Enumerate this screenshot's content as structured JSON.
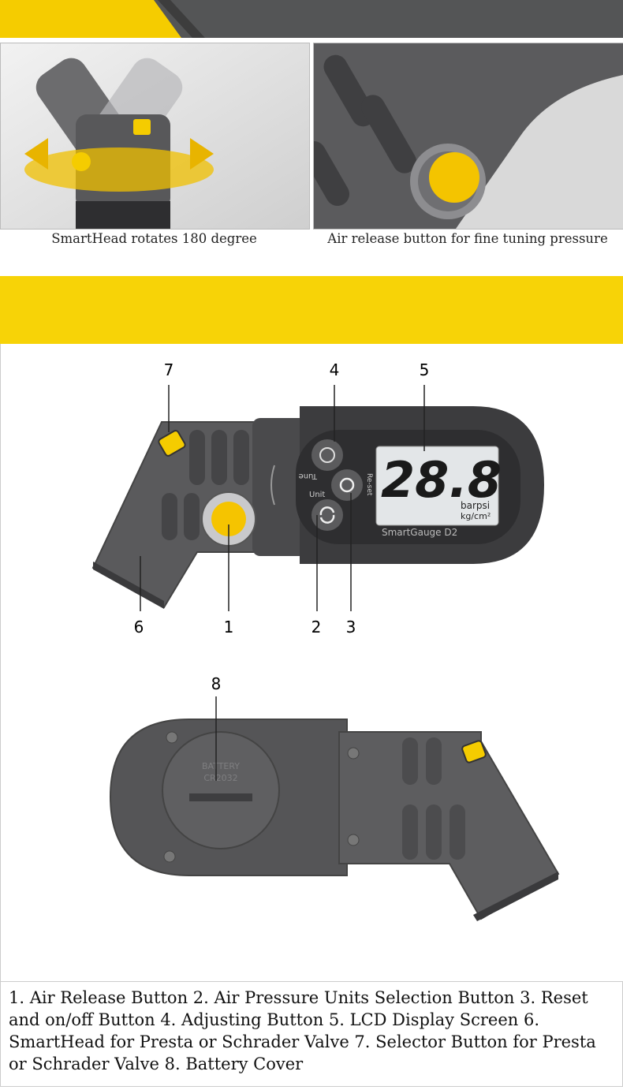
{
  "captions": {
    "photo_left": "SmartHead rotates 180 degree",
    "photo_right": "Air release button for fine tuning pressure"
  },
  "callouts": [
    "1",
    "2",
    "3",
    "4",
    "5",
    "6",
    "7",
    "8"
  ],
  "device": {
    "lcd_value": "28.8",
    "units_top": "barpsi",
    "units_bottom": "kg/cm²",
    "brand": "SmartGauge D2",
    "tune_label": "Tune",
    "unit_label": "Unit",
    "reset_label": "Re-set",
    "battery_label": "BATTERY",
    "battery_model": "CR2032"
  },
  "description": "1. Air Release Button  2. Air Pressure Units Selection Button  3. Reset and on/off Button  4. Adjusting Button  5. LCD Display Screen  6. SmartHead for Presta or Schrader Valve  7. Selector Button for Presta or Schrader Valve  8. Battery Cover",
  "colors": {
    "accent_yellow": "#f7d307",
    "body_gray": "#545556",
    "dark_gray": "#3a3a3c"
  }
}
